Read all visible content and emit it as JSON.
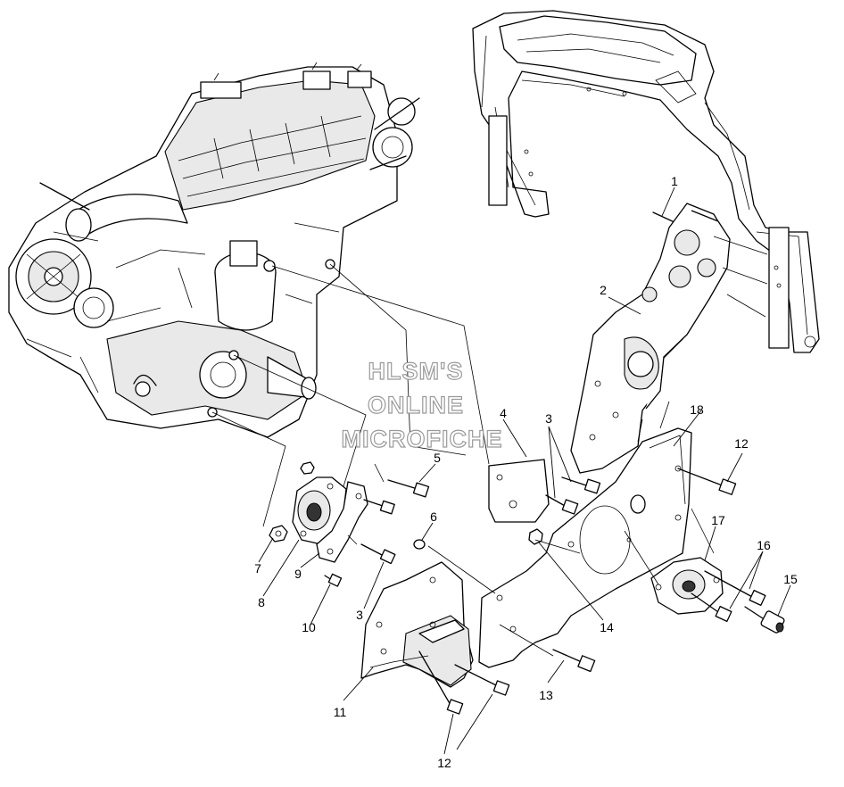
{
  "watermark": {
    "line1": "HLSM'S",
    "line2": "ONLINE",
    "line3": "MICROFICHE"
  },
  "callouts": {
    "c1": "1",
    "c2": "2",
    "c3a": "3",
    "c3b": "3",
    "c4": "4",
    "c5": "5",
    "c6": "6",
    "c7": "7",
    "c8": "8",
    "c9": "9",
    "c10": "10",
    "c11": "11",
    "c12a": "12",
    "c12b": "12",
    "c13": "13",
    "c14": "14",
    "c15": "15",
    "c16": "16",
    "c17": "17",
    "c18": "18"
  }
}
